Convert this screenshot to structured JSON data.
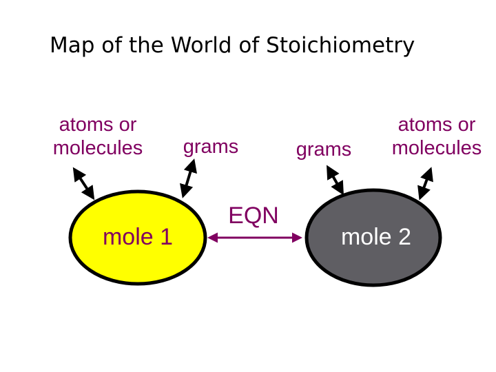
{
  "title": "Map of the World of Stoichiometry",
  "labels": {
    "atoms_left": [
      "atoms or",
      "molecules"
    ],
    "grams_left": "grams",
    "grams_right": "grams",
    "atoms_right": [
      "atoms or",
      "molecules"
    ],
    "equation": "EQN"
  },
  "nodes": {
    "mole1": {
      "label": "mole 1",
      "fill": "#ffff00",
      "text_color": "#800060"
    },
    "mole2": {
      "label": "mole 2",
      "fill": "#5f5e63",
      "text_color": "#ffffff"
    }
  },
  "colors": {
    "label_text": "#800060",
    "connector": "#800060",
    "arrow": "#000000"
  }
}
